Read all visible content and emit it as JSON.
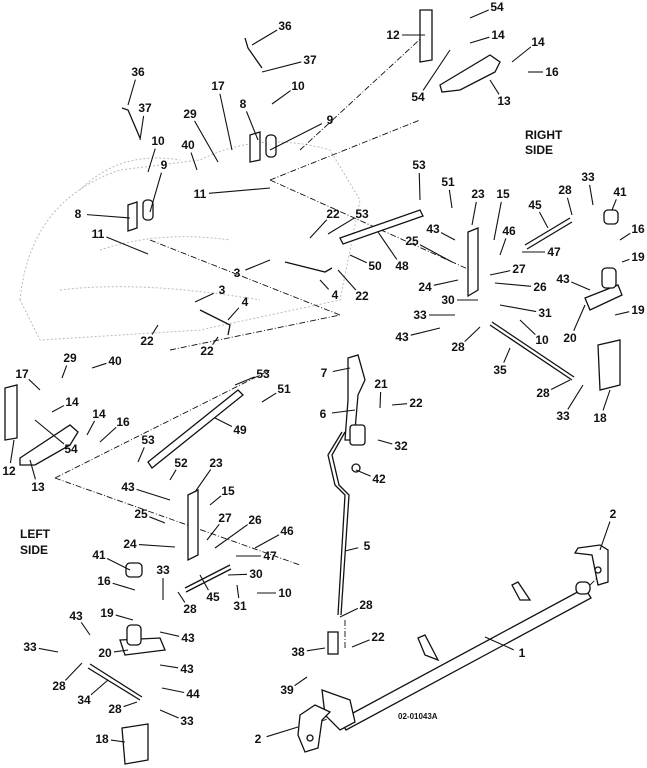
{
  "diagram": {
    "right_side_label": [
      "RIGHT",
      "SIDE"
    ],
    "left_side_label": [
      "LEFT",
      "SIDE"
    ],
    "drawing_code": "02-01043A",
    "callouts": [
      "36",
      "37",
      "36",
      "37",
      "10",
      "9",
      "8",
      "11",
      "17",
      "8",
      "10",
      "29",
      "40",
      "9",
      "11",
      "22",
      "53",
      "3",
      "3",
      "4",
      "22",
      "22",
      "50",
      "48",
      "4",
      "22",
      "54",
      "12",
      "14",
      "14",
      "16",
      "54",
      "13",
      "53",
      "51",
      "23",
      "15",
      "45",
      "28",
      "33",
      "41",
      "16",
      "19",
      "43",
      "46",
      "47",
      "25",
      "27",
      "26",
      "43",
      "24",
      "30",
      "31",
      "20",
      "19",
      "33",
      "43",
      "28",
      "10",
      "35",
      "28",
      "33",
      "18",
      "7",
      "6",
      "21",
      "22",
      "32",
      "42",
      "2",
      "5",
      "28",
      "22",
      "38",
      "39",
      "1",
      "2",
      "29",
      "40",
      "17",
      "14",
      "14",
      "16",
      "54",
      "12",
      "13",
      "53",
      "51",
      "49",
      "53",
      "52",
      "23",
      "43",
      "15",
      "25",
      "27",
      "26",
      "46",
      "24",
      "47",
      "41",
      "33",
      "16",
      "30",
      "28",
      "45",
      "31",
      "10",
      "19",
      "43",
      "43",
      "33",
      "20",
      "43",
      "28",
      "44",
      "34",
      "28",
      "33",
      "18"
    ]
  }
}
